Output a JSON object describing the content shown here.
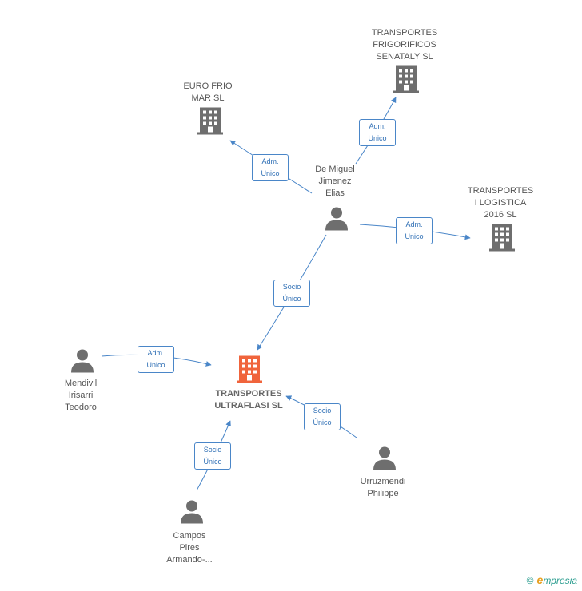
{
  "nodes": {
    "euro_frio": {
      "label": "EURO FRIO\nMAR SL",
      "type": "company"
    },
    "senataly": {
      "label": "TRANSPORTES\nFRIGORIFICOS\nSENATALY SL",
      "type": "company"
    },
    "logistica": {
      "label": "TRANSPORTES\nI LOGISTICA\n2016 SL",
      "type": "company"
    },
    "de_miguel": {
      "label": "De Miguel\nJimenez\nElias",
      "type": "person"
    },
    "ultraflasi": {
      "label": "TRANSPORTES\nULTRAFLASI SL",
      "type": "company-main"
    },
    "mendivil": {
      "label": "Mendivil\nIrisarri\nTeodoro",
      "type": "person"
    },
    "urruzmendi": {
      "label": "Urruzmendi\nPhilippe",
      "type": "person"
    },
    "campos": {
      "label": "Campos\nPires\nArmando-...",
      "type": "person"
    }
  },
  "edges": {
    "dm_euro": "Adm.\nUnico",
    "dm_senataly": "Adm.\nUnico",
    "dm_logistica": "Adm.\nUnico",
    "dm_ultraflasi": "Socio\nÚnico",
    "mendivil_ultraflasi": "Adm.\nUnico",
    "urruzmendi_ultraflasi": "Socio\nÚnico",
    "campos_ultraflasi": "Socio\nÚnico"
  },
  "colors": {
    "edge": "#4a86c8",
    "company_icon": "#6e6e6e",
    "main_icon": "#f0643c",
    "person_icon": "#6e6e6e"
  },
  "footer": {
    "copyright": "©",
    "brand_initial": "e",
    "brand_rest": "mpresia"
  }
}
